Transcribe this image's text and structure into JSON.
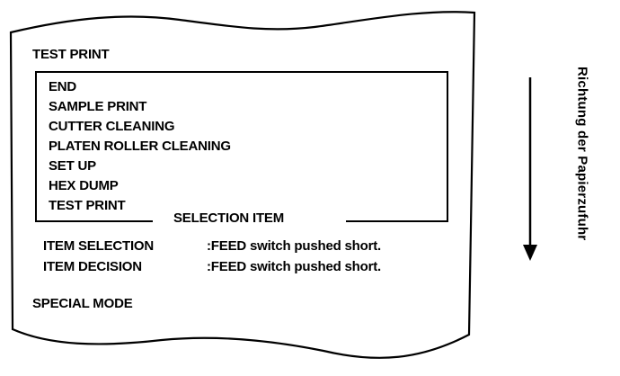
{
  "paper": {
    "title": "TEST PRINT",
    "menu_items": [
      "END",
      "SAMPLE PRINT",
      "CUTTER CLEANING",
      "PLATEN ROLLER CLEANING",
      "SET UP",
      "HEX DUMP",
      "TEST PRINT"
    ],
    "selection_box_title": "SELECTION ITEM",
    "instructions": [
      {
        "label": "ITEM SELECTION",
        "value": ":FEED switch pushed short."
      },
      {
        "label": "ITEM DECISION",
        "value": ":FEED switch pushed short."
      }
    ],
    "footer": "SPECIAL MODE"
  },
  "direction_label": "Richtung der Papierzufuhr",
  "colors": {
    "ink": "#000000",
    "paper": "#ffffff"
  }
}
